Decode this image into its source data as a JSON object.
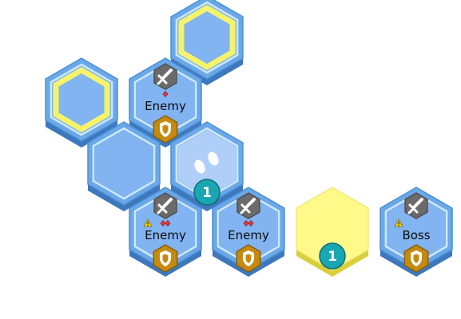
{
  "board": {
    "tiles": [
      {
        "id": "top",
        "kind": "target"
      },
      {
        "id": "left-upper",
        "kind": "target"
      },
      {
        "id": "enemy-1",
        "kind": "enemy",
        "label": "Enemy",
        "danger": 1,
        "warning": false
      },
      {
        "id": "empty",
        "kind": "empty"
      },
      {
        "id": "player",
        "kind": "player",
        "counter": "1"
      },
      {
        "id": "enemy-2",
        "kind": "enemy",
        "label": "Enemy",
        "danger": 2,
        "warning": true
      },
      {
        "id": "enemy-3",
        "kind": "enemy",
        "label": "Enemy",
        "danger": 2,
        "warning": false
      },
      {
        "id": "move-target",
        "kind": "highlight",
        "counter": "1"
      },
      {
        "id": "boss",
        "kind": "enemy",
        "label": "Boss",
        "danger": 0,
        "warning": true
      }
    ]
  },
  "colors": {
    "tile_outer": "#6aa8e8",
    "tile_inner": "#82b4f2",
    "tile_edge": "#3d78bd",
    "tile_ring": "#cfe8ff",
    "target_ring": "#f6f26a",
    "highlight": "#fff98a",
    "highlight_edge": "#d9cf3a",
    "counter": "#19a6b2",
    "shield": "#c58a12",
    "sword_bg": "#6b6b6b",
    "danger": "#e23b3b",
    "warning": "#f5d400"
  }
}
